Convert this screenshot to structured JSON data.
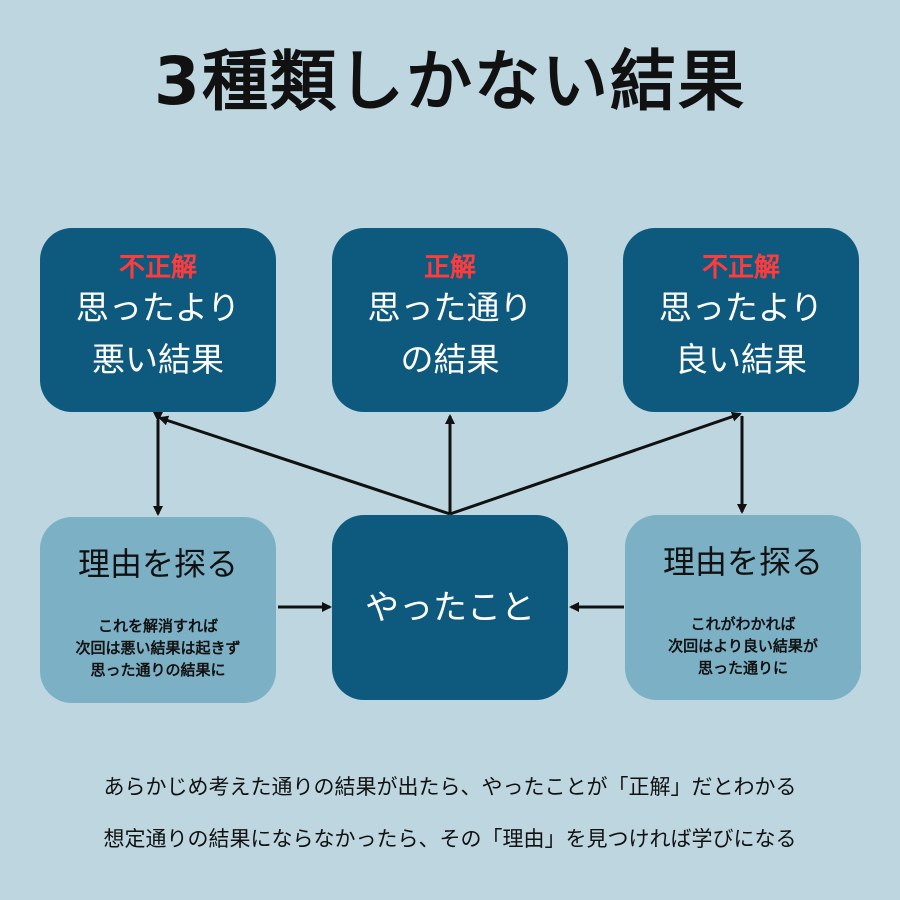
{
  "title": "3種類しかない結果",
  "top_boxes": [
    {
      "tag": "不正解",
      "line1": "思ったより",
      "line2": "悪い結果"
    },
    {
      "tag": "正解",
      "line1": "思った通り",
      "line2": "の結果"
    },
    {
      "tag": "不正解",
      "line1": "思ったより",
      "line2": "良い結果"
    }
  ],
  "center_box": {
    "label": "やったこと"
  },
  "left_reason": {
    "heading": "理由を探る",
    "lines": [
      "これを解消すれば",
      "次回は悪い結果は起きず",
      "思った通りの結果に"
    ]
  },
  "right_reason": {
    "heading": "理由を探る",
    "lines": [
      "これがわかれば",
      "次回はより良い結果が",
      "思った通りに"
    ]
  },
  "footer": [
    "あらかじめ考えた通りの結果が出たら、やったことが「正解」だとわかる",
    "想定通りの結果にならなかったら、その「理由」を見つければ学びになる"
  ],
  "colors": {
    "background": "#bdd6e0",
    "dark_box": "#0e5a7e",
    "light_box": "#7cb0c5",
    "tag_red": "#ff3b3b"
  }
}
